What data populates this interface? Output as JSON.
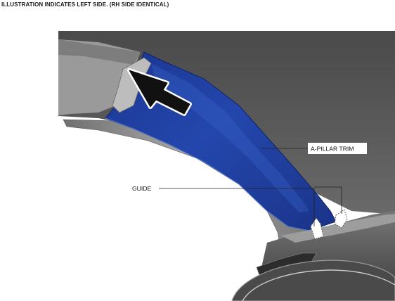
{
  "header": {
    "note": "ILLUSTRATION INDICATES LEFT SIDE. (RH SIDE IDENTICAL)"
  },
  "illustration": {
    "subject": "a-pillar-trim-removal",
    "colors": {
      "trim": "#1f3f9c",
      "trim_highlight": "#3a63cc",
      "headliner": "#5a5a5a",
      "body_panel": "#8c8c8c",
      "arrow": "#111111",
      "callout_line": "#222222"
    },
    "callouts": {
      "a_pillar_trim": "A-PILLAR TRIM",
      "guide": "GUIDE"
    },
    "icons": [
      "removal-direction-arrow-icon",
      "guide-clip-icon"
    ]
  }
}
